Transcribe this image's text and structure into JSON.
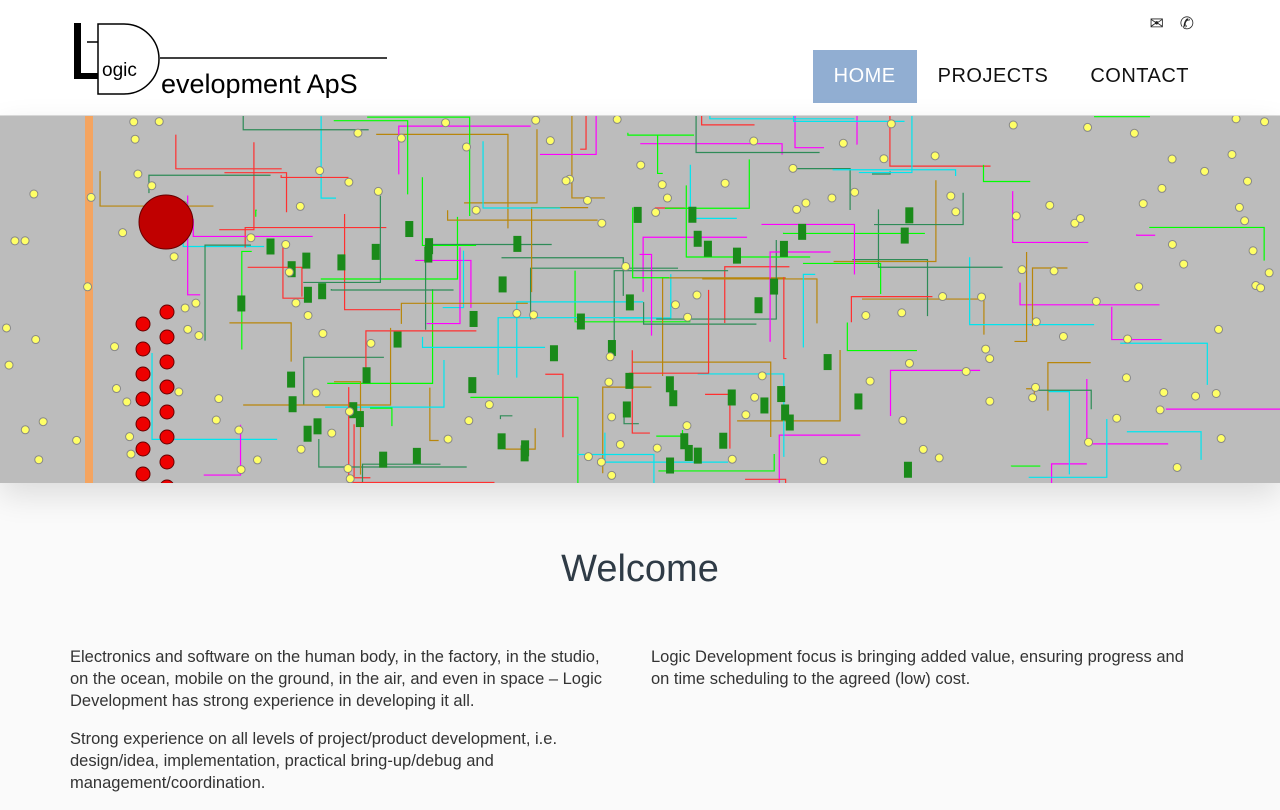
{
  "logo": {
    "text_logic": "ogic",
    "text_dev": "evelopment ApS"
  },
  "header_icons": [
    {
      "icon": "mail-icon",
      "glyph": "✉"
    },
    {
      "icon": "phone-icon",
      "glyph": "✆"
    }
  ],
  "nav": [
    {
      "label": "HOME",
      "active": true
    },
    {
      "label": "PROJECTS"
    },
    {
      "label": "CONTACT"
    }
  ],
  "main": {
    "title": "Welcome",
    "left": [
      "Electronics and software on the human body, in the factory, in the studio, on the ocean, mobile on the ground, in the air, and even in space – Logic Development has strong experience in developing it all.",
      "Strong experience on all levels of project/product development, i.e. design/idea, implementation, practical bring-up/debug and management/coordination."
    ],
    "right": [
      "Logic Development focus is bringing added value, ensuring progress and on time scheduling to the agreed (low) cost."
    ]
  }
}
